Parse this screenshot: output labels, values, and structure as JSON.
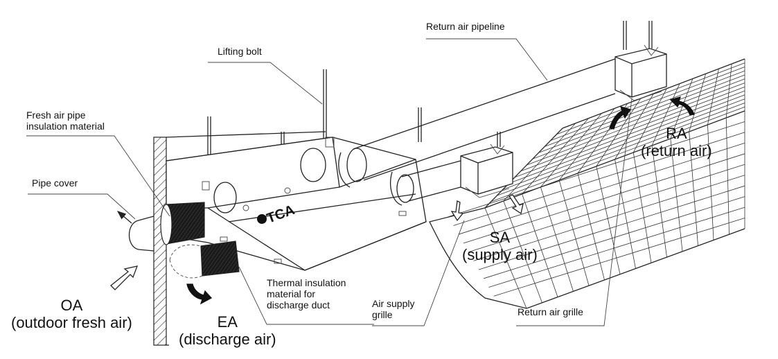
{
  "labels": {
    "return_air_pipeline": "Return air pipeline",
    "lifting_bolt": "Lifting bolt",
    "fresh_air_pipe_insulation_line1": "Fresh air pipe",
    "fresh_air_pipe_insulation_line2": "insulation material",
    "pipe_cover": "Pipe cover",
    "ra_code": "RA",
    "ra_desc": "(return air)",
    "sa_code": "SA",
    "sa_desc": "(supply air)",
    "oa_code": "OA",
    "oa_desc": "(outdoor fresh air)",
    "ea_code": "EA",
    "ea_desc": "(discharge air)",
    "thermal_insulation_line1": "Thermal insulation",
    "thermal_insulation_line2": "material for",
    "thermal_insulation_line3": "discharge duct",
    "air_supply_grille_line1": "Air supply",
    "air_supply_grille_line2": "grille",
    "return_air_grille": "Return air grille"
  },
  "unit_logo_text": "TCA",
  "colors": {
    "line": "#222222",
    "insulation_fill": "#1a1a1a",
    "background": "#ffffff"
  }
}
